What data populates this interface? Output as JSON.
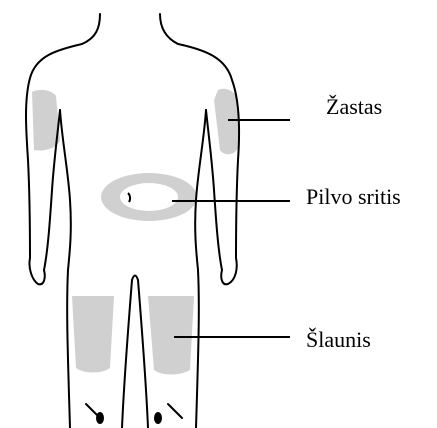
{
  "diagram": {
    "labels": {
      "upper_arm": "Žastas",
      "abdomen": "Pilvo sritis",
      "thigh": "Šlaunis"
    },
    "colors": {
      "outline": "#000000",
      "injection_zone": "#d0d0d0",
      "background": "#ffffff"
    }
  }
}
